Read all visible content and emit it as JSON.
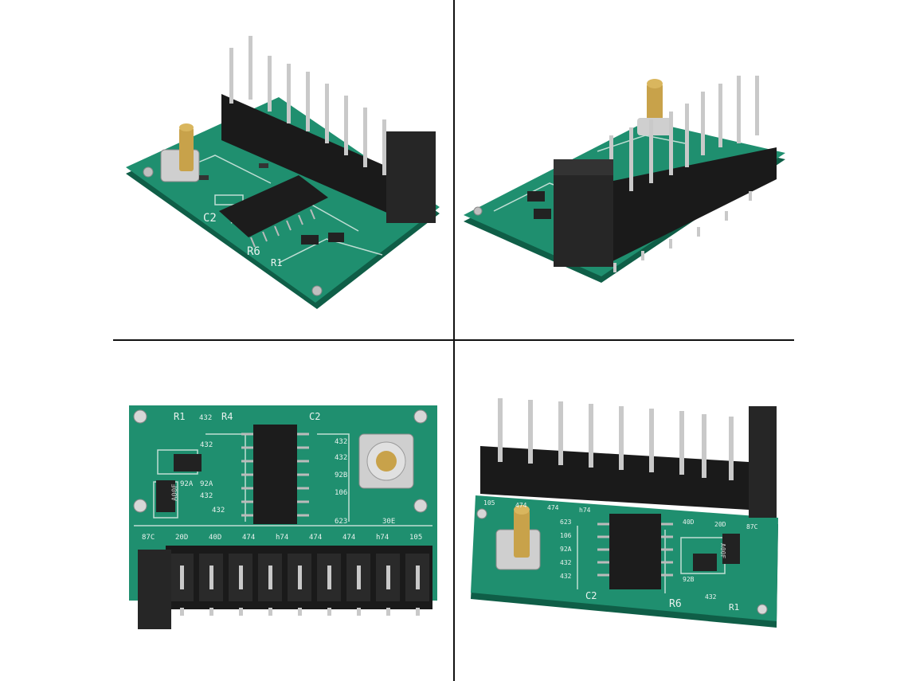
{
  "grid": {
    "divider_color": "#111111",
    "background": "#ffffff"
  },
  "colors": {
    "pcb": "#1f8f6f",
    "pcb_dark": "#0f5e47",
    "silkscreen": "#e9f2ee",
    "header_plastic": "#1a1a1a",
    "pin_metal": "#c9c9c9",
    "brass": "#c8a24a",
    "ic_body": "#1c1c1c"
  },
  "photos": [
    {
      "view": "top-left",
      "labels": {
        "c2": "C2",
        "r6": "R6",
        "r1": "R1"
      }
    },
    {
      "view": "top-right",
      "labels": {}
    },
    {
      "view": "bottom-left",
      "labels": {
        "r4": "R4",
        "r1": "R1",
        "c2": "C2",
        "resistors": [
          "432",
          "432",
          "432",
          "432",
          "92A",
          "432",
          "92B",
          "106",
          "623",
          "30E",
          "87C",
          "20D",
          "40D",
          "474",
          "h74",
          "474",
          "474",
          "h74",
          "105",
          "92A",
          "432"
        ],
        "regulator": "A00F"
      }
    },
    {
      "view": "bottom-right",
      "labels": {
        "c2": "C2",
        "r6": "R6",
        "r1": "R1",
        "resistors": [
          "105",
          "474",
          "474",
          "h74",
          "623",
          "106",
          "92A",
          "432",
          "432",
          "40D",
          "20D",
          "87C",
          "92B",
          "432"
        ],
        "regulator": "A00F"
      }
    }
  ]
}
